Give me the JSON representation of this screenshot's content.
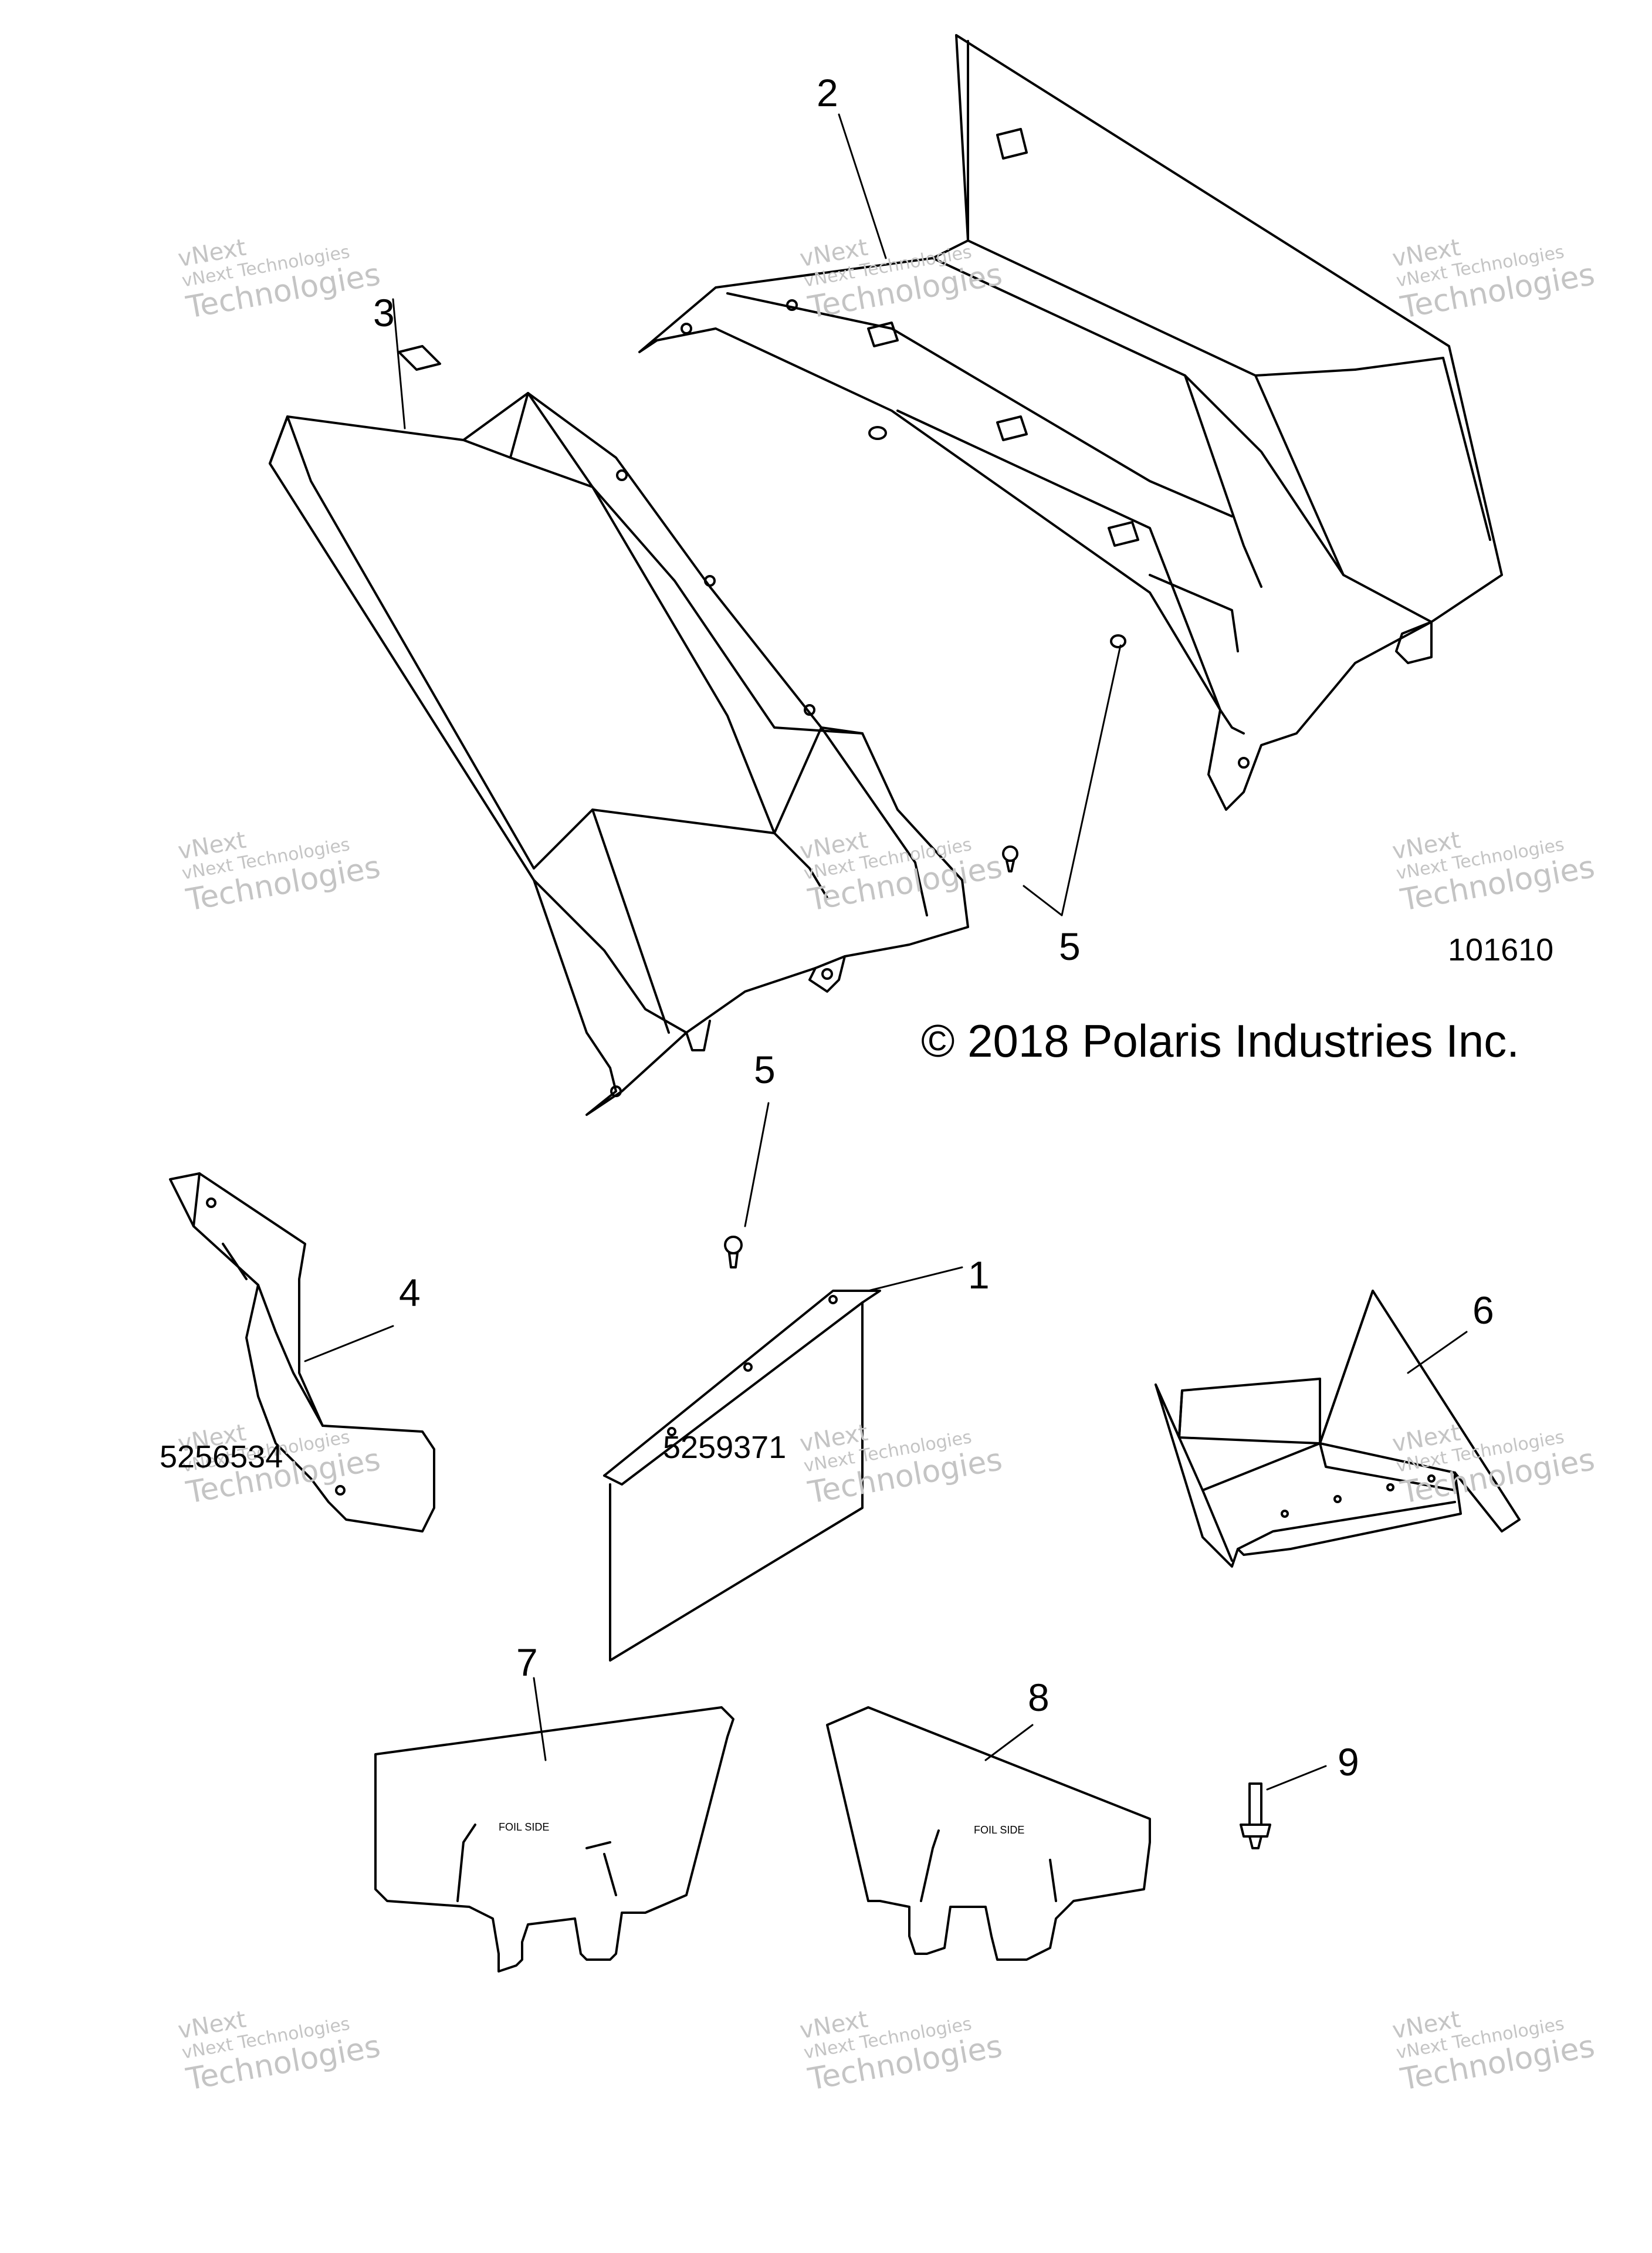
{
  "callouts": {
    "c1": "1",
    "c2": "2",
    "c3": "3",
    "c4": "4",
    "c5a": "5",
    "c5b": "5",
    "c6": "6",
    "c7": "7",
    "c8": "8",
    "c9": "9"
  },
  "part_numbers": {
    "p4": "5256534",
    "p1": "5259371"
  },
  "figure_id": "101610",
  "copyright": "© 2018 Polaris Industries Inc.",
  "watermark": {
    "line1": "vNext",
    "line2": "vNext Technologies",
    "line3": "Technologies"
  },
  "part_text": {
    "shield_left": "FOIL SIDE",
    "shield_right": "FOIL SIDE"
  },
  "colors": {
    "ink": "#000000",
    "watermark": "#c4c4c4"
  }
}
